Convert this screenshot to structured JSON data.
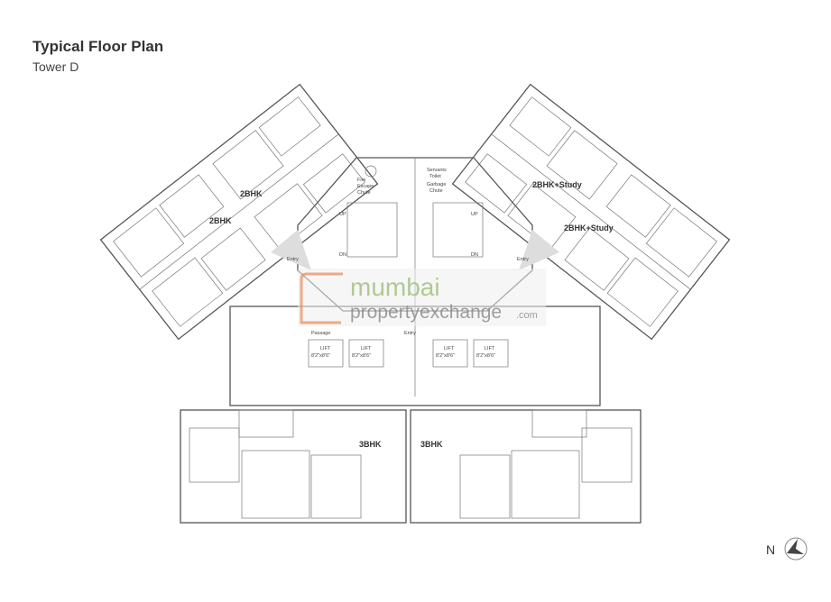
{
  "header": {
    "title": "Typical Floor Plan",
    "subtitle": "Tower D"
  },
  "units": {
    "left_upper": "2BHK",
    "left_lower": "2BHK",
    "right_upper": "2BHK+Study",
    "right_lower": "2BHK+Study",
    "bottom_left": "3BHK",
    "bottom_right": "3BHK"
  },
  "core": {
    "entry_left": "Entry",
    "entry_right": "Entry",
    "entry_bottom": "Entry",
    "fire_escape": [
      "Fire",
      "Escape",
      "Chute"
    ],
    "servants_toilet": [
      "Servants",
      "Toilet"
    ],
    "garbage_chute": [
      "Garbage",
      "Chute"
    ],
    "up": "UP",
    "dn": "DN",
    "passage": "Passage",
    "lifts": [
      {
        "label": "LIFT",
        "size": "8'2\"x8'6\""
      },
      {
        "label": "LIFT",
        "size": "8'2\"x8'6\""
      },
      {
        "label": "LIFT",
        "size": "8'2\"x8'6\""
      },
      {
        "label": "LIFT",
        "size": "8'2\"x8'6\""
      }
    ]
  },
  "watermark": {
    "line1": "mumbai",
    "line2": "propertyexchange",
    ".com": ".com"
  },
  "compass": {
    "label": "N",
    "icon": "north-arrow-icon"
  }
}
